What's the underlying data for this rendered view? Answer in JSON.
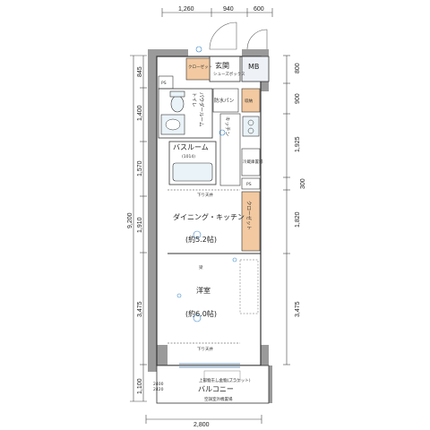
{
  "dimensions": {
    "top": [
      "1,260",
      "940",
      "600"
    ],
    "bottom": "2,800",
    "left_total": "9,200",
    "left_segments": [
      "845",
      "1,400",
      "1,570",
      "1,910",
      "3,475",
      "1,100"
    ],
    "right_segments": [
      "800",
      "900",
      "1,925",
      "300",
      "1,820",
      "3,475"
    ]
  },
  "rooms": {
    "entrance": "玄関",
    "mb": "MB",
    "powder": "パウダールーム",
    "toilet": "トイレ",
    "waterproof_pan": "防水パン",
    "bathroom": "バスルーム",
    "bathroom_size": "(1014)",
    "dining_kitchen": "ダイニング・キッチン",
    "dining_size": "(約5.2帖)",
    "western_room": "洋室",
    "western_size": "(約6.0帖)",
    "balcony": "バルコニー",
    "closet": "クローゼット",
    "storage": "収納",
    "ps": "PS"
  },
  "small_labels": {
    "shoe_box": "シューズボックス",
    "ceiling_down": "下り天井",
    "ceiling_down_2": "下り天井",
    "beam": "梁",
    "fridge": "冷蔵庫置場",
    "kitchen": "キッチン",
    "balcony_note": "上部物干し金物(ブラケット)",
    "ac_note": "空調室外機置場",
    "ref_1": "2400",
    "ref_2": "2420"
  }
}
